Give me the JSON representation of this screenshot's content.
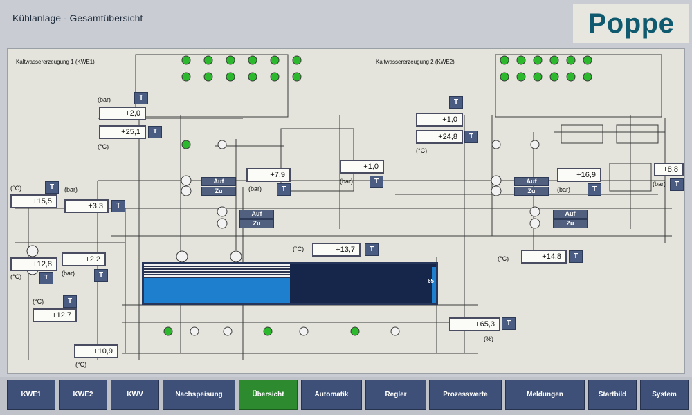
{
  "header": {
    "title": "Kühlanlage - Gesamtübersicht",
    "logo": "Poppe"
  },
  "sections": {
    "kwe1": "Kaltwassererzeugung 1 (KWE1)",
    "kwe2": "Kaltwassererzeugung 2 (KWE2)"
  },
  "values": {
    "kwe1_pressure": "+2,0",
    "kwe1_temp": "+25,1",
    "kwe1_mid_bar": "+7,9",
    "kwe1_right_bar": "+1,0",
    "left_temp1": "+15,5",
    "left_bar1": "+3,3",
    "left_temp2": "+12,8",
    "left_bar2": "+2,2",
    "left_temp3": "+12,7",
    "bottom_temp": "+10,9",
    "center_temp": "+13,7",
    "kwe2_pressure": "+1,0",
    "kwe2_temp": "+24,8",
    "kwe2_mid_bar": "+16,9",
    "kwe2_right": "+8,8",
    "right_temp": "+14,8",
    "right_percent": "+65,3"
  },
  "units": {
    "bar": "(bar)",
    "celsius": "(°C)",
    "percent": "(%)"
  },
  "trend_button": "T",
  "valve_buttons": {
    "open": "Auf",
    "close": "Zu"
  },
  "tank": {
    "level_percent": 65,
    "level_label": "65"
  },
  "nav": [
    "KWE1",
    "KWE2",
    "KWV",
    "Nachspeisung",
    "Übersicht",
    "Automatik",
    "Regler",
    "Prozesswerte",
    "Meldungen",
    "Startbild",
    "System"
  ],
  "nav_active": "Übersicht",
  "colors": {
    "active_green": "#2d8a2f",
    "nav_blue": "#3f5078",
    "pump_green": "#2db92d",
    "tank_blue": "#1f7fcf"
  }
}
